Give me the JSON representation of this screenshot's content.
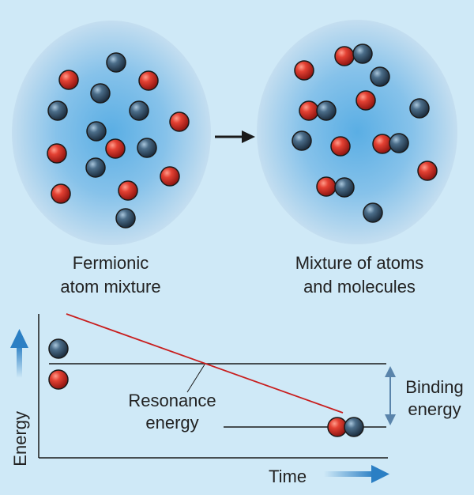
{
  "top_left_label": {
    "line1": "Fermionic",
    "line2": "atom mixture"
  },
  "top_right_label": {
    "line1": "Mixture of atoms",
    "line2": "and molecules"
  },
  "energy_diagram": {
    "resonance_label": {
      "line1": "Resonance",
      "line2": "energy"
    },
    "binding_label": {
      "line1": "Binding",
      "line2": "energy"
    },
    "x_axis_label": "Time",
    "y_axis_label": "Energy"
  },
  "colors": {
    "background": "#cfe9f7",
    "cloud_center": "#6fb6e6",
    "cloud_edge": "#bcdcf0",
    "atom_red": "#d9352c",
    "atom_blue": "#3b5a74",
    "line_red": "#c81e1e",
    "arrow_blue": "#2b7fc4"
  },
  "icons": {
    "process_arrow": "right-arrow-icon",
    "red_atom": "red-sphere-icon",
    "blue_atom": "blue-sphere-icon",
    "molecule": "bonded-pair-icon"
  }
}
